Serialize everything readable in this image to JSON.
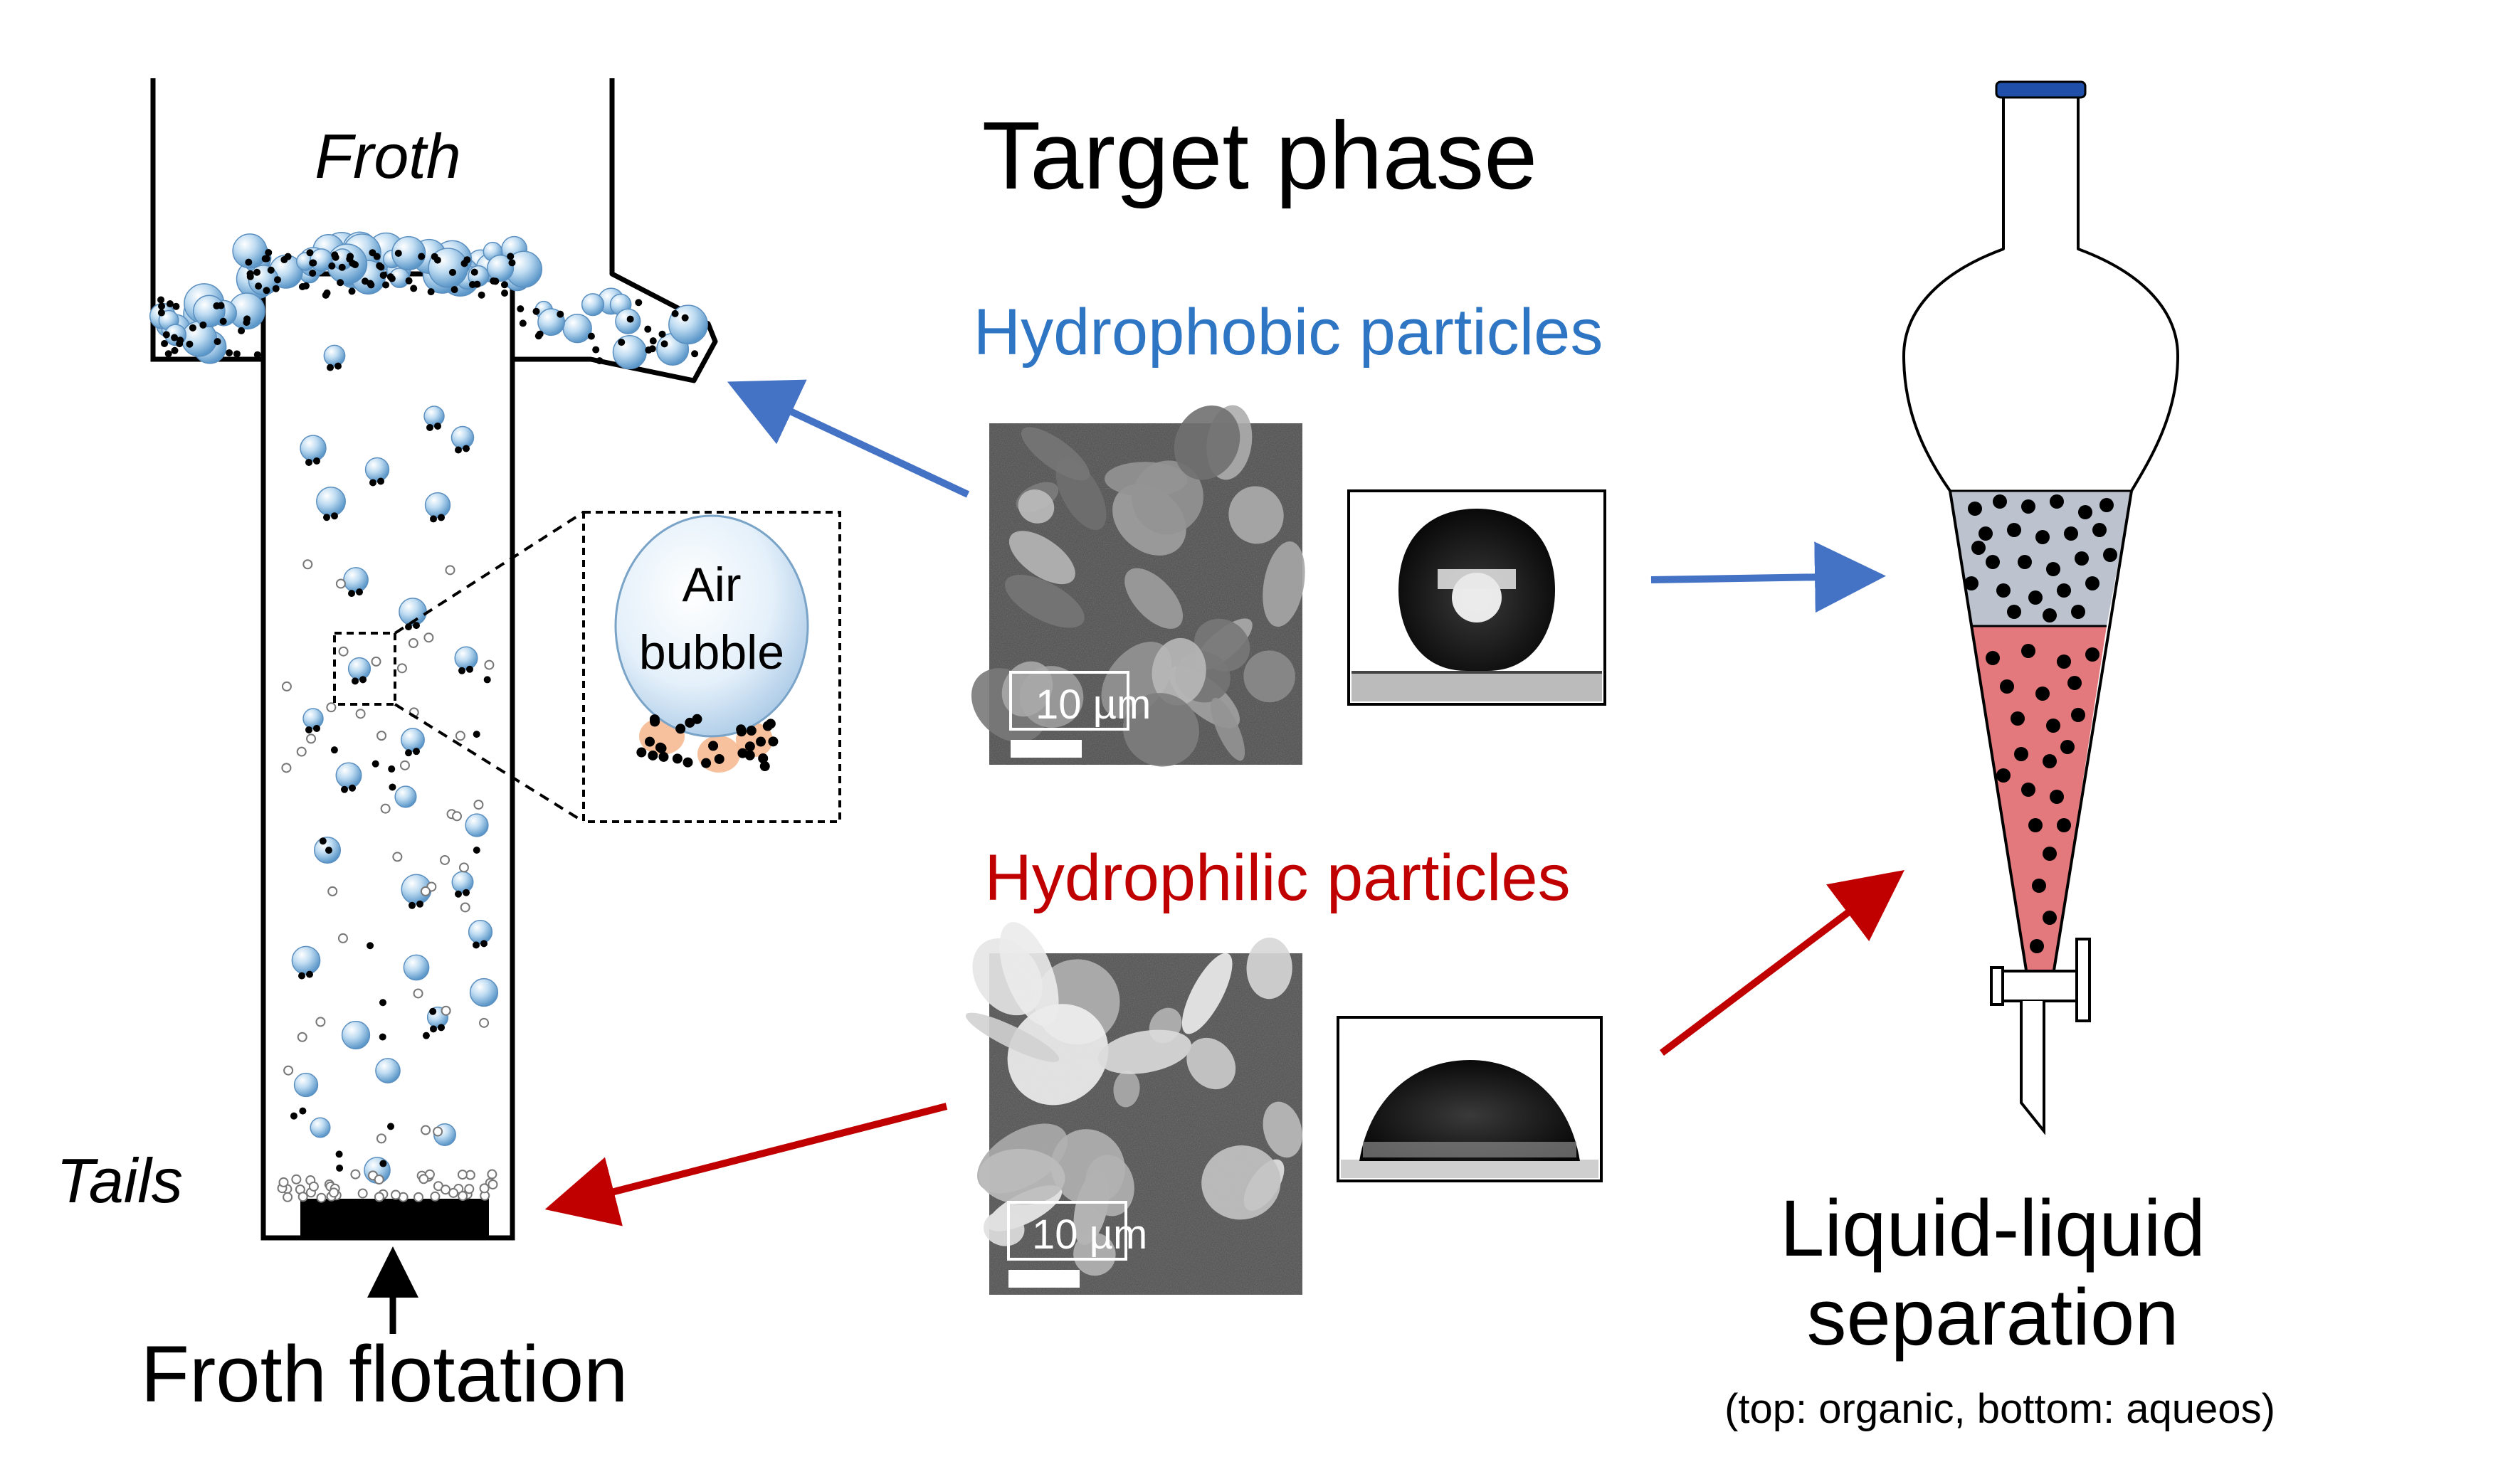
{
  "froth_flotation": {
    "title": "Froth flotation",
    "froth_label": "Froth",
    "tails_label": "Tails",
    "inset_label_line1": "Air",
    "inset_label_line2": "bubble"
  },
  "center": {
    "title": "Target phase",
    "hydrophobic_label": "Hydrophobic particles",
    "hydrophilic_label": "Hydrophilic particles",
    "scale_bar_top": "10 µm",
    "scale_bar_bottom": "10 µm"
  },
  "liquid_liquid": {
    "title_line1": "Liquid-liquid",
    "title_line2": "separation",
    "subtitle": "(top: organic, bottom: aqueos)"
  },
  "colors": {
    "hydrophobic": "#2E75C4",
    "hydrophilic": "#C00000",
    "organic_phase": "#BCC2CE",
    "aqueous_phase": "#E3797D",
    "bubble": "#9CC8E8",
    "stopper": "#1F4FA8"
  }
}
